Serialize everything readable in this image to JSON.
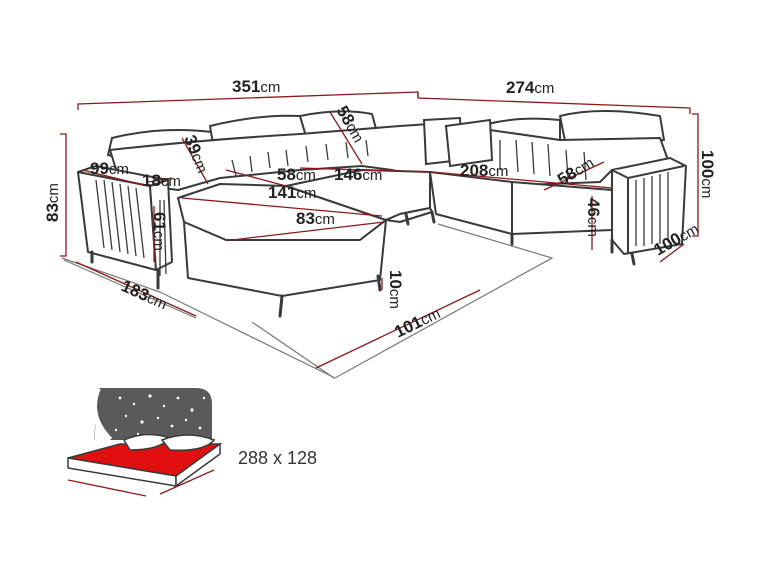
{
  "colors": {
    "outline": "#3a3a3a",
    "dimension_line": "#8a1a1a",
    "floor_line": "#777777",
    "bed_mattress": "#e01010",
    "bed_panel": "#5a5a5a",
    "stars": "#ffffff"
  },
  "dimensions": {
    "unit": "cm",
    "overall_left_width": "351",
    "overall_right_width": "274",
    "left_depth_83": "83",
    "armrest_99": "99",
    "armrest_18": "18",
    "headrest_39": "39",
    "headrest_58_top": "58",
    "seat_58_mid": "58",
    "seat_146": "146",
    "chaise_141": "141",
    "chaise_83": "83",
    "seat_208": "208",
    "seat_58_right": "58",
    "height_100": "100",
    "depth_100": "100",
    "seat_height_46": "46",
    "seat_height_61": "61",
    "leg_10": "10",
    "floor_183": "183",
    "floor_101": "101"
  },
  "bed": {
    "icon": "sleeping-function-icon",
    "size_label": "288 x 128"
  }
}
